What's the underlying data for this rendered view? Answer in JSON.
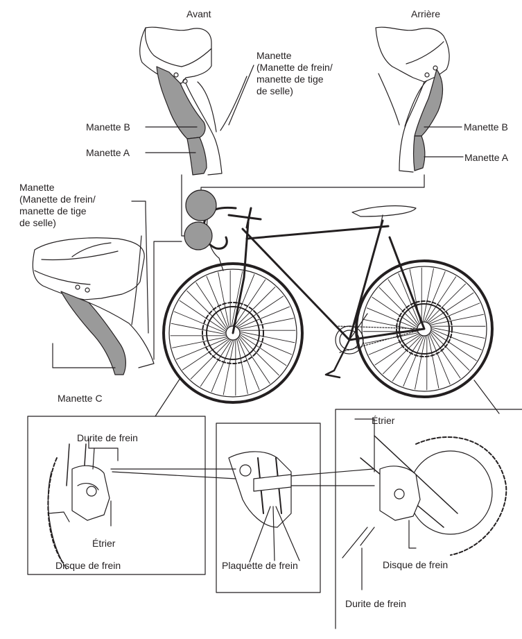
{
  "headings": {
    "front": "Avant",
    "rear": "Arrière"
  },
  "labels": {
    "lever_generic_front": [
      "Manette",
      "(Manette de frein/",
      "manette de tige",
      "de selle)"
    ],
    "lever_generic_left": [
      "Manette",
      "(Manette de frein/",
      "manette de tige",
      "de selle)"
    ],
    "front_lever_b": "Manette B",
    "front_lever_a": "Manette A",
    "rear_lever_b": "Manette B",
    "rear_lever_a": "Manette A",
    "lever_c": "Manette C",
    "front_hose": "Durite de frein",
    "front_caliper": "Étrier",
    "front_rotor": "Disque de frein",
    "pads": "Plaquette de frein",
    "rear_caliper": "Étrier",
    "rear_rotor": "Disque de frein",
    "rear_hose": "Durite de frein"
  },
  "colors": {
    "ink": "#231f20",
    "highlight": "#9a9a9a",
    "light_fill": "#ffffff"
  }
}
